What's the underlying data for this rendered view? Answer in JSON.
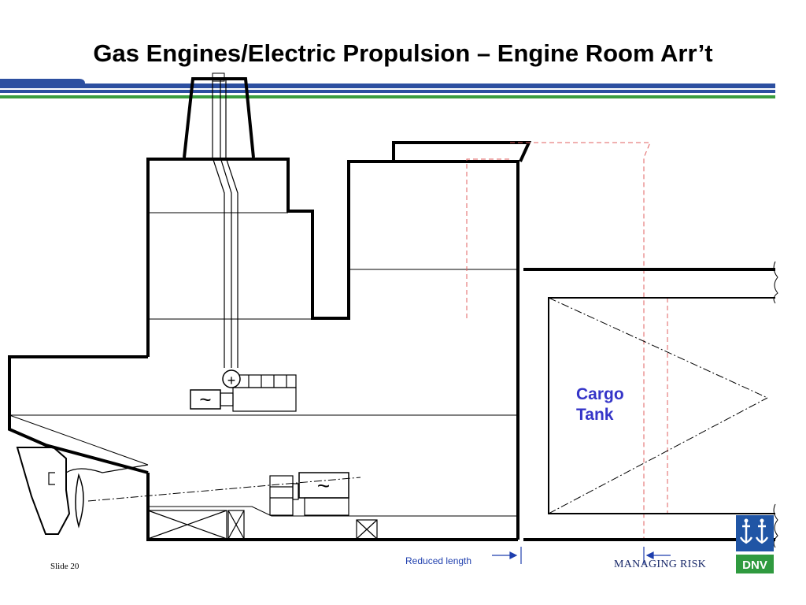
{
  "slide": {
    "title": "Gas Engines/Electric Propulsion – Engine Room Arr’t",
    "slide_label": "Slide 20",
    "tagline": "MANAGING RISK"
  },
  "diagram": {
    "cargo_tank_line1": "Cargo",
    "cargo_tank_line2": "Tank",
    "reduced_length_label": "Reduced length",
    "generator_symbol": "~",
    "junction_symbol": "+"
  },
  "logo": {
    "text": "DNV",
    "colors": {
      "blue": "#2055a5",
      "green": "#2f9a3f"
    }
  },
  "colors": {
    "header_blue": "#2c4fa0",
    "header_green": "#3a9d3f",
    "hull_line": "#000000",
    "dashed_red": "#e06060",
    "label_blue": "#3535c8"
  }
}
